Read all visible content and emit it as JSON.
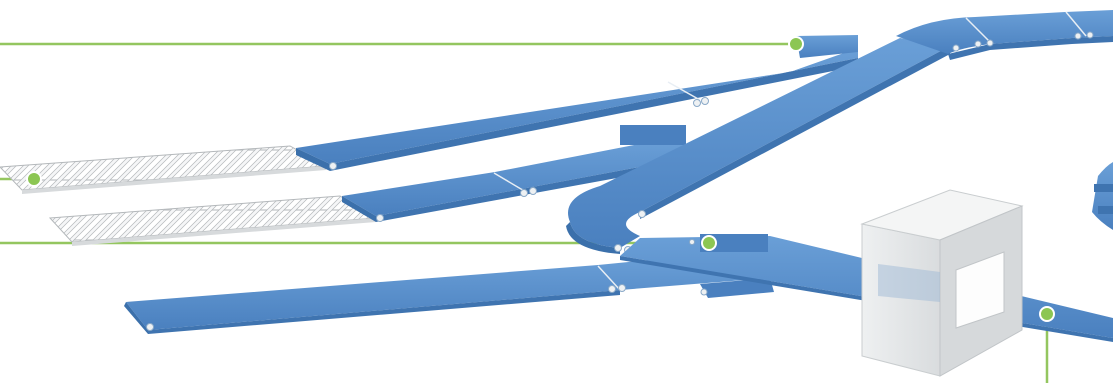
{
  "colors": {
    "background": "#ffffff",
    "belt": "#4f88c6",
    "belt_dark": "#3b70ab",
    "belt_light": "#7eaee0",
    "roller_frame": "#e7e9ea",
    "roller_stroke": "#b4b8bb",
    "callout": "#8cc653",
    "callout_line": "#94c65f",
    "scanner_body": "#e4e7e8",
    "scanner_shade": "#c9cdcf",
    "scanner_top": "#f4f5f5",
    "pulley": "#eef1f3"
  },
  "diagram": {
    "nodes": [
      "conveyor-upper-straight",
      "conveyor-middle-straight",
      "conveyor-lower-straight",
      "conveyor-diagonal-merge",
      "conveyor-curve-top",
      "conveyor-right-exit",
      "roller-conveyor-upper",
      "roller-conveyor-lower",
      "scanner-tunnel"
    ],
    "callouts": [
      "callout-top",
      "callout-left",
      "callout-middle",
      "callout-bottom-right"
    ],
    "icons": [
      "conveyor-belt-icon",
      "roller-conveyor-icon",
      "scanner-tunnel-icon",
      "callout-marker-icon"
    ]
  }
}
